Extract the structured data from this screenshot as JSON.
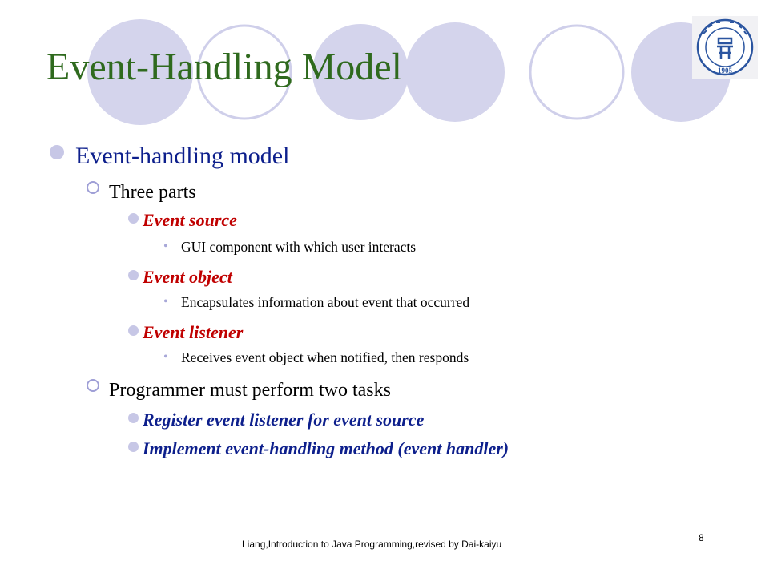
{
  "slide": {
    "title": "Event-Handling Model",
    "main_bullet": "Event-handling model",
    "sections": [
      {
        "label": "Three parts",
        "items": [
          {
            "label": "Event source",
            "detail": "GUI component with which user interacts"
          },
          {
            "label": "Event object",
            "detail": "Encapsulates information about event that occurred"
          },
          {
            "label": "Event listener",
            "detail": "Receives event object when notified, then responds"
          }
        ]
      },
      {
        "label": "Programmer must perform two tasks",
        "items": [
          {
            "label": "Register event listener for event source"
          },
          {
            "label": "Implement event-handling method (event handler)"
          }
        ]
      }
    ],
    "footer": "Liang,Introduction to Java Programming,revised by Dai-kaiyu",
    "page_number": "8"
  },
  "logo": {
    "year": "1905"
  },
  "colors": {
    "title": "#2f6a1e",
    "main_text": "#0d1f8c",
    "emphasis_red": "#c00000",
    "decor_circle": "#d4d4ec",
    "decor_outline": "#cfcfea"
  }
}
